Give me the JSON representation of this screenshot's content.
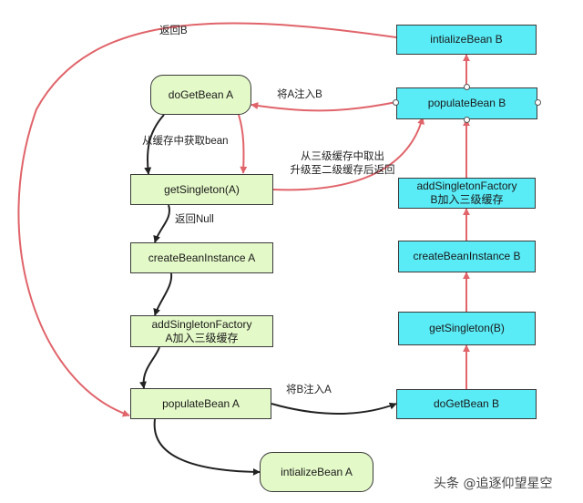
{
  "nodes": {
    "doGetBeanA": "doGetBean  A",
    "getSingletonA": "getSingleton(A)",
    "createBeanInstanceA": "createBeanInstance  A",
    "addSingletonFactoryA": "addSingletonFactory\nA加入三级缓存",
    "populateBeanA": "populateBean  A",
    "initializeBeanA": "intializeBean  A",
    "initializeBeanB": "intializeBean  B",
    "populateBeanB": "populateBean  B",
    "addSingletonFactoryB": "addSingletonFactory\nB加入三级缓存",
    "createBeanInstanceB": "createBeanInstance  B",
    "getSingletonB": "getSingleton(B)",
    "doGetBeanB": "doGetBean  B"
  },
  "edge_labels": {
    "returnB": "返回B",
    "injectAintoB": "将A注入B",
    "fetchFromCache": "从缓存中获取bean",
    "fetchFromThirdLevel": "从三级缓存中取出\n升级至二级缓存后返回",
    "returnNull": "返回Null",
    "injectBintoA": "将B注入A"
  },
  "watermark": "头条 @追逐仰望星空",
  "colors": {
    "green_node": "#e4f9c8",
    "cyan_node": "#59ecf7",
    "red_arrow": "#e0646a",
    "black_arrow": "#222222"
  }
}
